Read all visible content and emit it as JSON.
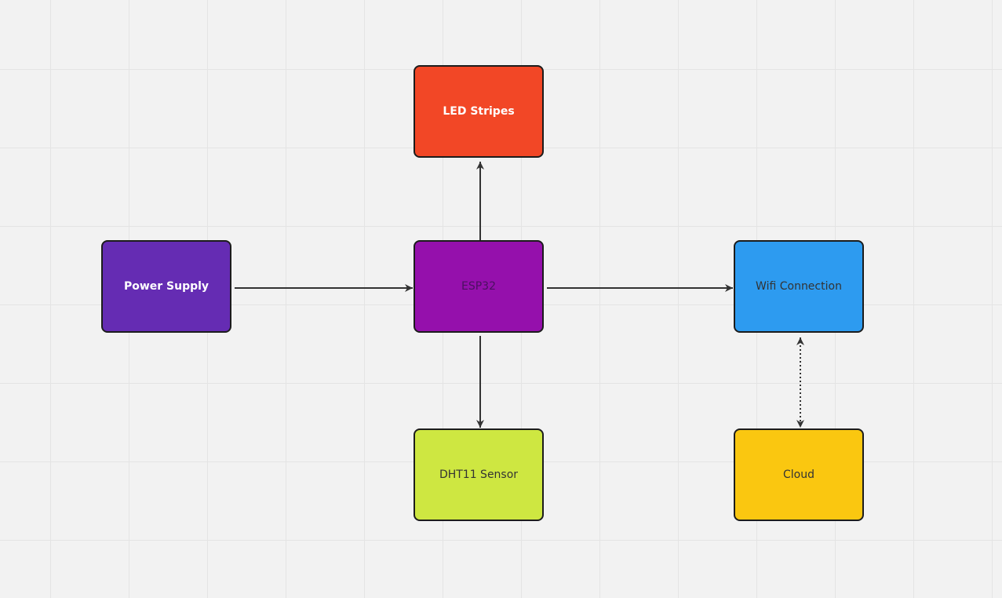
{
  "diagram": {
    "nodes": [
      {
        "id": "led",
        "label": "LED Stripes",
        "color": "#f24726",
        "text_color": "#ffffff"
      },
      {
        "id": "power",
        "label": "Power Supply",
        "color": "#652cb3",
        "text_color": "#ffffff"
      },
      {
        "id": "esp32",
        "label": "ESP32",
        "color": "#9510ac",
        "text_color": "#4a1060"
      },
      {
        "id": "wifi",
        "label": "Wifi Connection",
        "color": "#2d9bf0",
        "text_color": "#333333"
      },
      {
        "id": "dht",
        "label": "DHT11 Sensor",
        "color": "#cee741",
        "text_color": "#333333"
      },
      {
        "id": "cloud",
        "label": "Cloud",
        "color": "#fac710",
        "text_color": "#333333"
      }
    ],
    "edges": [
      {
        "from": "power",
        "to": "esp32",
        "style": "solid",
        "direction": "forward"
      },
      {
        "from": "esp32",
        "to": "led",
        "style": "solid",
        "direction": "forward"
      },
      {
        "from": "esp32",
        "to": "dht",
        "style": "solid",
        "direction": "forward"
      },
      {
        "from": "esp32",
        "to": "wifi",
        "style": "solid",
        "direction": "forward"
      },
      {
        "from": "wifi",
        "to": "cloud",
        "style": "dotted",
        "direction": "both"
      }
    ],
    "edge_color": "#333333"
  }
}
